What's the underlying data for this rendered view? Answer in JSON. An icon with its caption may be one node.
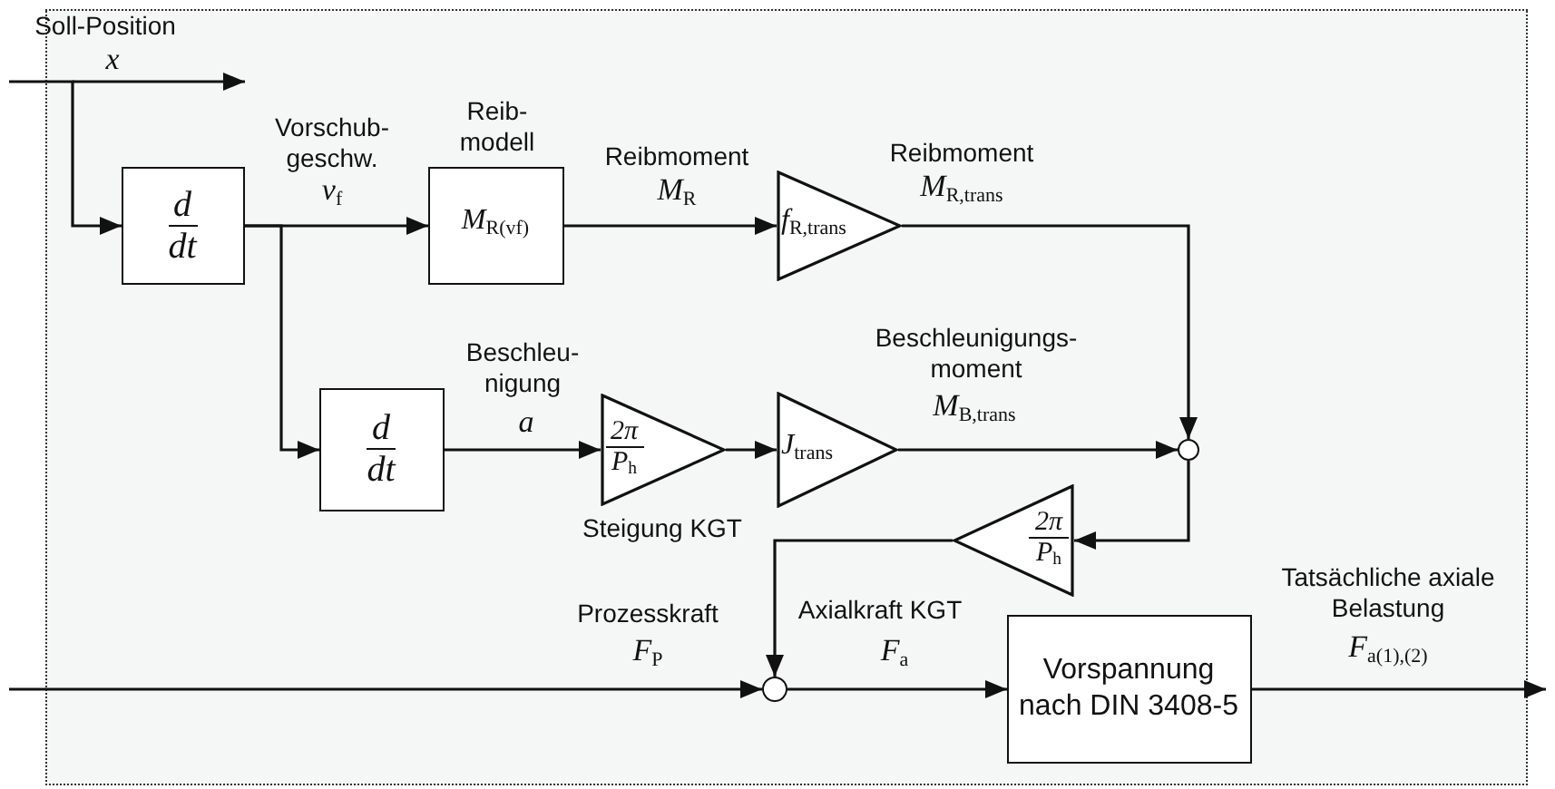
{
  "diagram": {
    "nodes": [
      {
        "text": [],
        "shape": "box"
      },
      {
        "text": [
          "d",
          "dt"
        ],
        "in": 0
      },
      {
        "text": [
          "Reib- modell",
          "*M*$_{R(vf)}$"
        ],
        "in": 0
      },
      {
        "text": [
          "*f*$_{R,trans}$"
        ],
        "in": 0
      },
      {
        "text": [
          "d",
          "dt"
        ],
        "in": 0
      },
      {
        "text": [
          "2π",
          "*P*$_{h}$"
        ],
        "beside": [
          "Steigung KGT"
        ],
        "in": 0
      },
      {
        "text": [
          "*J*$_{trans}$"
        ],
        "in": 0
      },
      {
        "text": [],
        "shape": "circle",
        "in": 0
      },
      {
        "text": [
          "2π",
          "*P*$_{h}$"
        ],
        "in": 0
      },
      {
        "text": [],
        "shape": "circle",
        "in": 0
      },
      {
        "text": [
          "Vorspannung nach DIN 3408-5"
        ],
        "in": 0
      }
    ],
    "edges": [
      {
        "from": null,
        "to": 1,
        "arrow": "to"
      },
      {
        "from": 1,
        "to": 2,
        "arrow": "to"
      },
      {
        "from": 1,
        "to": 4,
        "arrow": "to"
      },
      {
        "from": 2,
        "to": 3,
        "arrow": "to"
      },
      {
        "from": 3,
        "to": 7,
        "arrow": "to"
      },
      {
        "from": 4,
        "to": 5,
        "arrow": "to"
      },
      {
        "from": 5,
        "to": 6,
        "arrow": "to"
      },
      {
        "from": 6,
        "to": 7,
        "arrow": "to"
      },
      {
        "from": 7,
        "to": 8,
        "arrow": "to"
      },
      {
        "from": 8,
        "to": 9,
        "arrow": "to"
      },
      {
        "from": null,
        "to": 9,
        "arrow": "to"
      },
      {
        "from": 9,
        "to": 10,
        "arrow": "to"
      },
      {
        "from": 10,
        "to": null,
        "arrow": "to"
      }
    ],
    "labels": [
      "Soll-Position",
      "*x*",
      "Vorschub- geschw.",
      "*v*$_{f}$",
      "Reibmoment",
      "*M*$_{R}$",
      "Reibmoment",
      "*M*$_{R,trans}$",
      "Beschleu- nigung",
      "*a*",
      "Beschleunigungs- moment",
      "*M*$_{B,trans}$",
      "Prozesskraft",
      "*F*$_{P}$",
      "Axialkraft KGT",
      "*F*$_{a}$",
      "Tatsächliche axiale Belastung",
      "*F*$_{a(1),(2)}$"
    ]
  }
}
